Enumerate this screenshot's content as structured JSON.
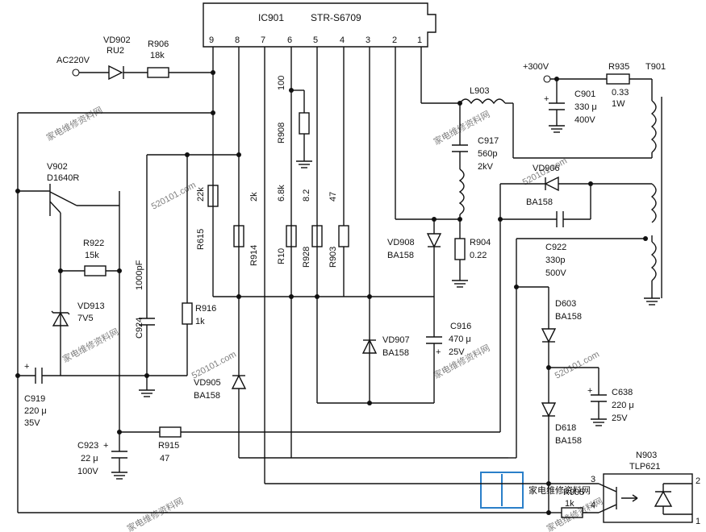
{
  "ic": {
    "ref": "IC901",
    "part": "STR-S6709",
    "pins": [
      "9",
      "8",
      "7",
      "6",
      "5",
      "4",
      "3",
      "2",
      "1"
    ]
  },
  "input": {
    "label": "AC220V"
  },
  "components": {
    "vd902": {
      "ref": "VD902",
      "value": "RU2"
    },
    "r906": {
      "ref": "R906",
      "value": "18k"
    },
    "r908": {
      "ref": "R908",
      "value": "100"
    },
    "r615": {
      "ref": "R615",
      "value": "22k"
    },
    "r914": {
      "ref": "R914",
      "value": "2k"
    },
    "r10": {
      "ref": "R10",
      "value": "6.8k"
    },
    "r928": {
      "ref": "R928",
      "value": "8.2"
    },
    "r903": {
      "ref": "R903",
      "value": "47"
    },
    "r922": {
      "ref": "R922",
      "value": "15k"
    },
    "r916": {
      "ref": "R916",
      "value": "1k"
    },
    "r915": {
      "ref": "R915",
      "value": "47"
    },
    "r904": {
      "ref": "R904",
      "value": "0.22"
    },
    "r905": {
      "ref": "R905",
      "value": "1k"
    },
    "r935": {
      "ref": "R935",
      "value1": "0.33",
      "value2": "1W"
    },
    "v902": {
      "ref": "V902",
      "value": "D1640R"
    },
    "vd913": {
      "ref": "VD913",
      "value": "7V5"
    },
    "vd905": {
      "ref": "VD905",
      "value": "BA158"
    },
    "vd907": {
      "ref": "VD907",
      "value": "BA158"
    },
    "vd908": {
      "ref": "VD908",
      "value": "BA158"
    },
    "vd906": {
      "ref": "VD906",
      "value": "BA158"
    },
    "d603": {
      "ref": "D603",
      "value": "BA158"
    },
    "d618": {
      "ref": "D618",
      "value": "BA158"
    },
    "c919": {
      "ref": "C919",
      "value1": "220 μ",
      "value2": "35V"
    },
    "c923": {
      "ref": "C923",
      "value1": "22 μ",
      "value2": "100V"
    },
    "c924": {
      "ref": "C924",
      "value": "1000pF"
    },
    "c917": {
      "ref": "C917",
      "value1": "560p",
      "value2": "2kV"
    },
    "c916": {
      "ref": "C916",
      "value1": "470 μ",
      "value2": "25V"
    },
    "c901": {
      "ref": "C901",
      "value1": "330 μ",
      "value2": "400V"
    },
    "c922": {
      "ref": "C922",
      "value1": "330p",
      "value2": "500V"
    },
    "c638": {
      "ref": "C638",
      "value1": "220 μ",
      "value2": "25V"
    },
    "l903": {
      "ref": "L903"
    },
    "t901": {
      "ref": "T901"
    },
    "n903": {
      "ref": "N903",
      "value": "TLP621",
      "pins": [
        "1",
        "2",
        "3",
        "4"
      ]
    }
  },
  "supply": {
    "label": "+300V"
  },
  "watermark": {
    "site": "家电维修资料网",
    "url": "520101.com",
    "logo": "家电维修资料网"
  }
}
